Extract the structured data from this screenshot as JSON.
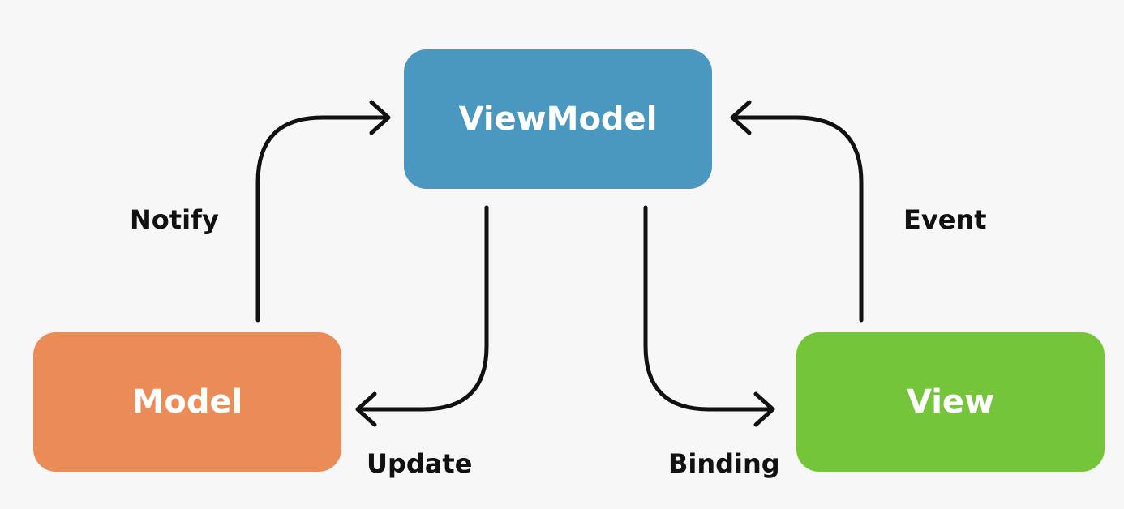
{
  "nodes": {
    "viewmodel": {
      "label": "ViewModel",
      "color": "#4a97bf"
    },
    "model": {
      "label": "Model",
      "color": "#eb8c58"
    },
    "view": {
      "label": "View",
      "color": "#74c53a"
    }
  },
  "edges": {
    "notify": {
      "label": "Notify",
      "from": "Model",
      "to": "ViewModel"
    },
    "event": {
      "label": "Event",
      "from": "View",
      "to": "ViewModel"
    },
    "update": {
      "label": "Update",
      "from": "ViewModel",
      "to": "Model"
    },
    "binding": {
      "label": "Binding",
      "from": "ViewModel",
      "to": "View"
    }
  }
}
